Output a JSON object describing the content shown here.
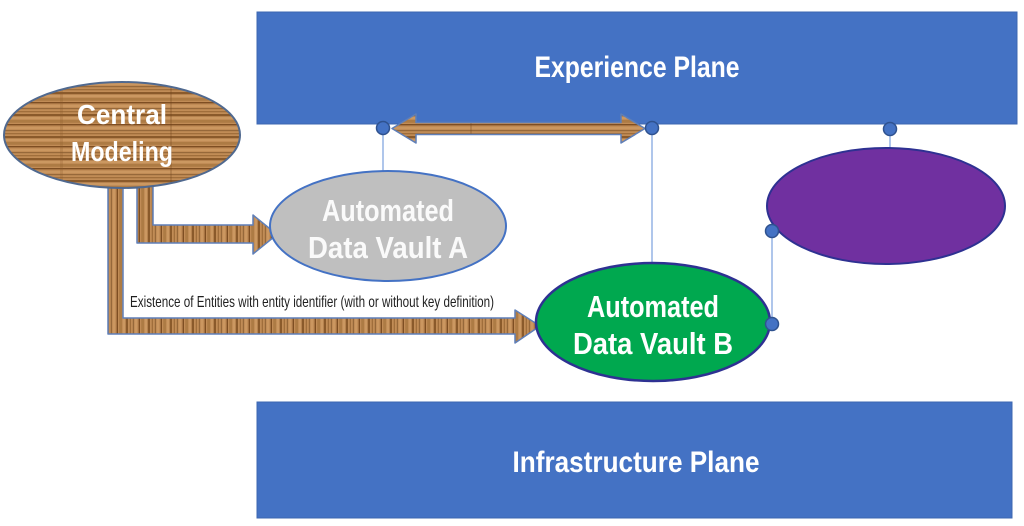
{
  "colors": {
    "plane_blue": "#4472C4",
    "plane_border": "#3D67B1",
    "vault_a_gray": "#BFBFBF",
    "vault_a_border": "#4472C4",
    "vault_b_green": "#00A84F",
    "vault_b_border": "#2E3192",
    "purple_node": "#7030A0",
    "purple_border": "#2E3192",
    "dot_fill": "#4472C4",
    "dot_border": "#2F528F",
    "connector_line": "#84A7E0",
    "wood_outline": "#5F7FB8"
  },
  "planes": {
    "experience": "Experience Plane",
    "infrastructure": "Infrastructure Plane"
  },
  "nodes": {
    "central_modeling": {
      "line1": "Central",
      "line2": "Modeling"
    },
    "vault_a": {
      "line1": "Automated",
      "line2": "Data Vault A"
    },
    "vault_b": {
      "line1": "Automated",
      "line2": "Data Vault B"
    }
  },
  "annotations": {
    "arrow_label": "Existence of Entities with entity identifier (with or without key definition)"
  }
}
